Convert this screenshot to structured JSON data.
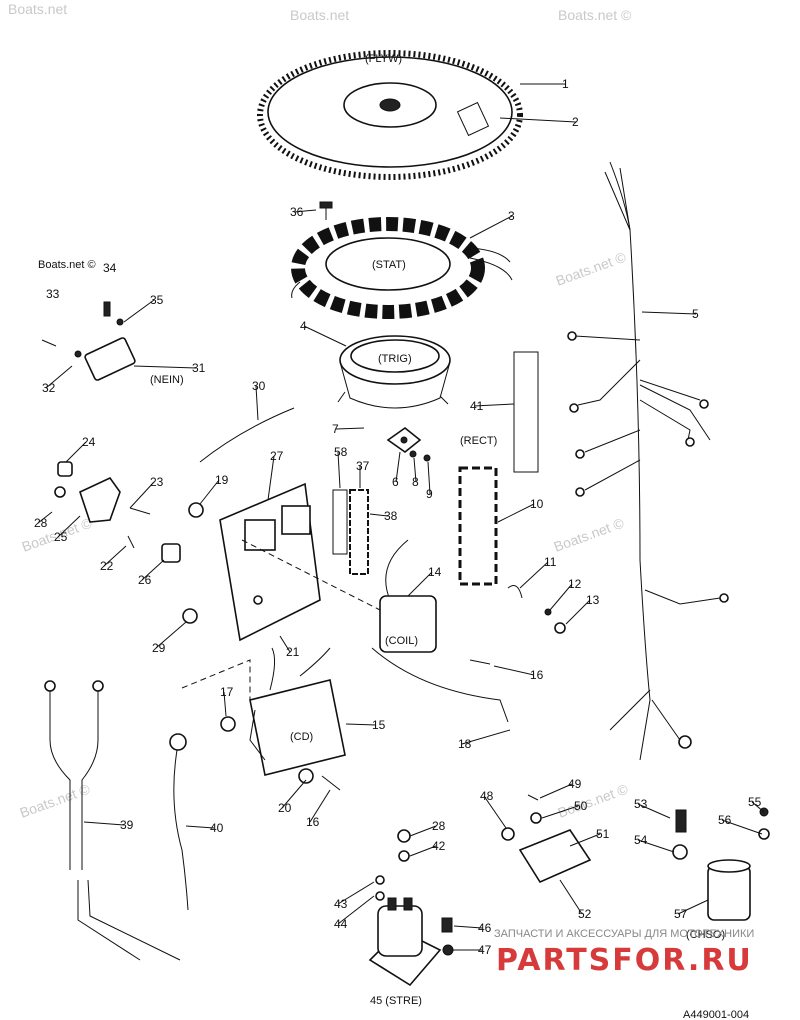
{
  "watermarks": [
    "Boats.net",
    "Boats.net",
    "Boats.net ©",
    "Boats.net ©",
    "Boats.net ©",
    "Boats.net ©",
    "Boats.net ©",
    "Boats.net ©"
  ],
  "component_labels": {
    "flyw": "(FLYW)",
    "stat": "(STAT)",
    "trig": "(TRIG)",
    "rect": "(RECT)",
    "nein": "(NEIN)",
    "coil": "(COIL)",
    "cd": "(CD)",
    "chso": "(CHSO)",
    "stre": "45 (STRE)"
  },
  "callouts": [
    "1",
    "2",
    "3",
    "36",
    "4",
    "5",
    "33",
    "34",
    "35",
    "31",
    "32",
    "30",
    "7",
    "6",
    "8",
    "9",
    "41",
    "24",
    "23",
    "27",
    "19",
    "58",
    "37",
    "38",
    "10",
    "28",
    "25",
    "22",
    "26",
    "11",
    "12",
    "13",
    "14",
    "29",
    "21",
    "16",
    "17",
    "15",
    "18",
    "39",
    "40",
    "20",
    "16",
    "49",
    "48",
    "50",
    "51",
    "53",
    "55",
    "56",
    "54",
    "28",
    "42",
    "52",
    "43",
    "44",
    "57",
    "46",
    "47"
  ],
  "brand": {
    "tagline": "ЗАПЧАСТИ И АКСЕССУАРЫ ДЛЯ МОТОТЕХНИКИ",
    "name": "PARTSFOR.RU"
  },
  "figure_id": "A449001-004",
  "colors": {
    "brand": "#d63a3a",
    "watermark": "#c9c9c9",
    "ink": "#111111"
  }
}
